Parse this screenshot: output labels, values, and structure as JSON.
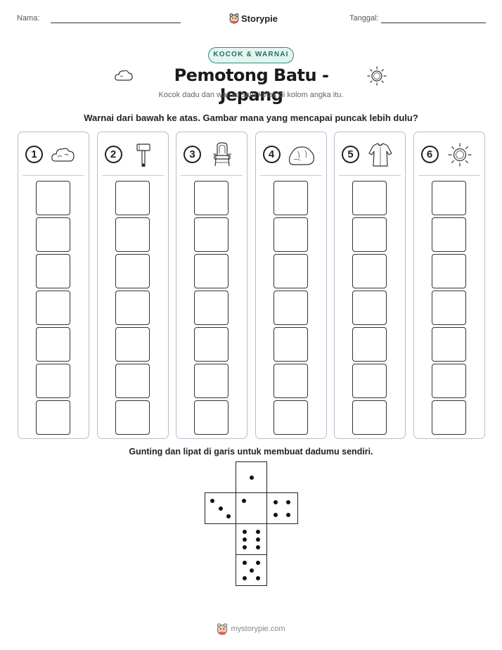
{
  "header": {
    "name_label": "Nama:",
    "date_label": "Tanggal:",
    "brand": "Storypie"
  },
  "badge": "KOCOK & WARNAI",
  "title": "Pemotong Batu - Jepang",
  "subtitle": "Kocok dadu dan warnai satu kotak di kolom angka itu.",
  "instruction": "Warnai dari bawah ke atas. Gambar mana yang mencapai puncak lebih dulu?",
  "columns": [
    {
      "number": "1",
      "icon": "cloud-icon"
    },
    {
      "number": "2",
      "icon": "hammer-icon"
    },
    {
      "number": "3",
      "icon": "throne-chair-icon"
    },
    {
      "number": "4",
      "icon": "rock-icon"
    },
    {
      "number": "5",
      "icon": "robe-icon"
    },
    {
      "number": "6",
      "icon": "sun-icon"
    }
  ],
  "boxes_per_column": 7,
  "cut_note": "Gunting dan lipat di garis untuk membuat dadumu sendiri.",
  "dice_faces": [
    1,
    3,
    1,
    4,
    6,
    5
  ],
  "footer": "mystorypie.com"
}
